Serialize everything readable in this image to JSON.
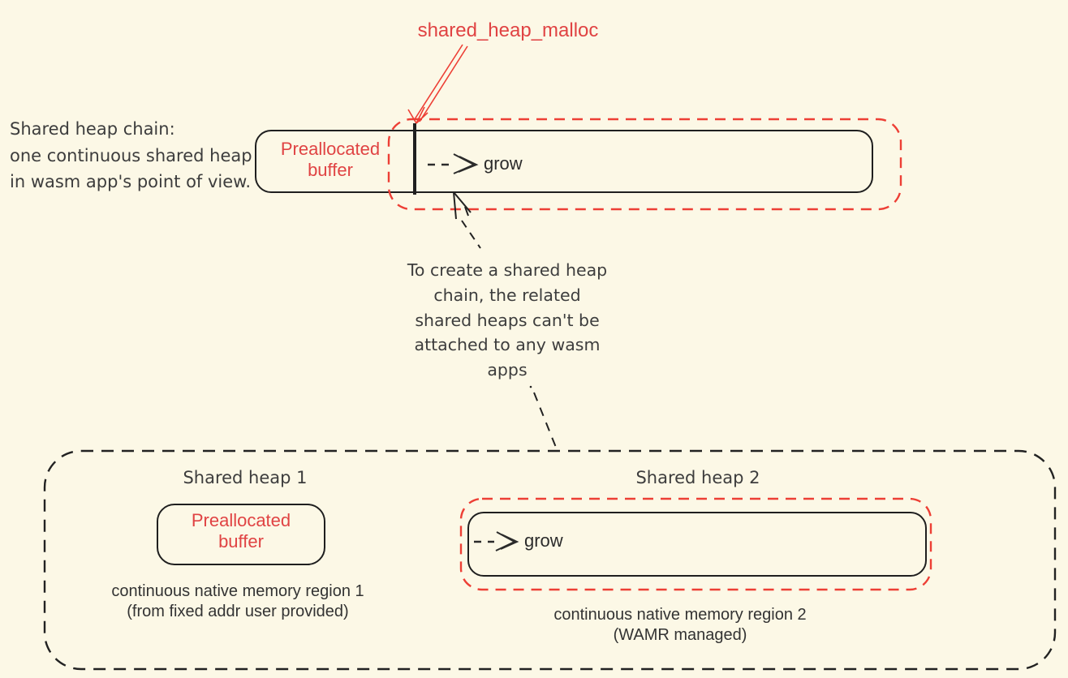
{
  "colors": {
    "background": "#FCF8E6",
    "red_accent": "#E04343",
    "red_dash": "#ED3F35",
    "stroke_black": "#1f1f1f",
    "note_text": "#3d3d3d",
    "caption_text": "#333333"
  },
  "top_annotation": {
    "label": "shared_heap_malloc"
  },
  "left_note": {
    "lines": [
      "Shared heap chain:",
      "one continuous shared heap",
      "in wasm app's point of view."
    ]
  },
  "main_heap": {
    "preallocated_label": "Preallocated buffer",
    "grow_label": "grow"
  },
  "center_note": {
    "lines": [
      "To create a shared heap",
      "chain, the related",
      "shared heaps can't be",
      "attached to any wasm",
      "apps"
    ]
  },
  "bottom_group": {
    "heap1": {
      "title": "Shared heap 1",
      "box_label": "Preallocated buffer",
      "caption_lines": [
        "continuous native memory region 1",
        "(from fixed addr user provided)"
      ]
    },
    "heap2": {
      "title": "Shared heap 2",
      "grow_label": "grow",
      "caption_lines": [
        "continuous native memory region 2",
        "(WAMR managed)"
      ]
    }
  },
  "icons": {
    "malloc_arrow": "red double-line arrow pointing to heap divider",
    "grow_arrow": "dashed arrow pointing right",
    "pointer_arrow": "hand-drawn arrow pointing at heap boundary",
    "connector_line": "dashed black connector line"
  }
}
